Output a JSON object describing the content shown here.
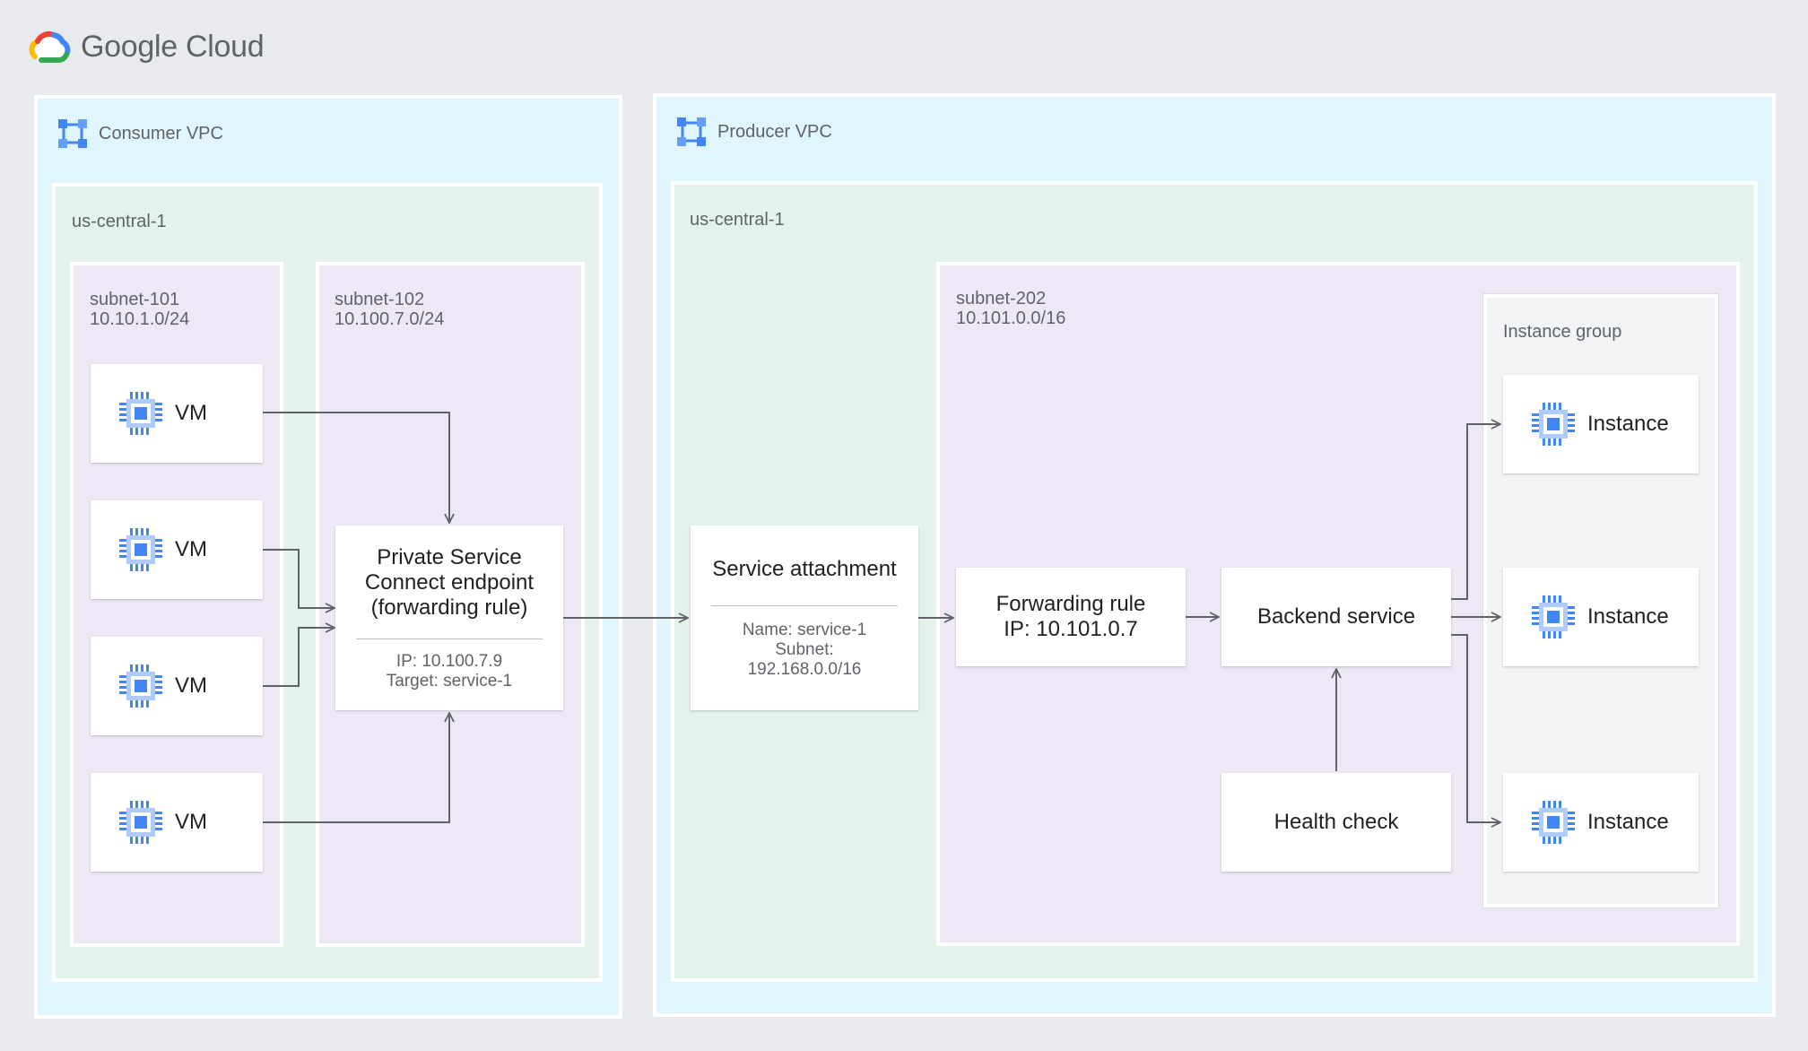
{
  "brand": {
    "name": "Google Cloud"
  },
  "colors": {
    "background": "#e8eaed",
    "vpc_fill": "#e1f5fe",
    "region_fill": "#e3f2ea",
    "subnet_fill": "#ede7f6",
    "card_fill": "#ffffff",
    "icon_blue": "#4285f4",
    "arrow": "#5f6368"
  },
  "consumer": {
    "vpc_label": "Consumer VPC",
    "region_label": "us-central-1",
    "subnet_a": {
      "name": "subnet-101",
      "cidr": "10.10.1.0/24"
    },
    "subnet_b": {
      "name": "subnet-102",
      "cidr": "10.100.7.0/24"
    },
    "vms": [
      "VM",
      "VM",
      "VM",
      "VM"
    ],
    "endpoint": {
      "title": [
        "Private Service",
        "Connect endpoint",
        "(forwarding rule)"
      ],
      "details": [
        "IP: 10.100.7.9",
        "Target: service-1"
      ]
    }
  },
  "producer": {
    "vpc_label": "Producer VPC",
    "region_label": "us-central-1",
    "service_attachment": {
      "title": "Service attachment",
      "details": [
        "Name: service-1",
        "Subnet:",
        "192.168.0.0/16"
      ]
    },
    "subnet": {
      "name": "subnet-202",
      "cidr": "10.101.0.0/16"
    },
    "forwarding_rule": [
      "Forwarding rule",
      "IP: 10.101.0.7"
    ],
    "backend_service": "Backend service",
    "health_check": "Health check",
    "instance_group": {
      "label": "Instance group",
      "instances": [
        "Instance",
        "Instance",
        "Instance"
      ]
    }
  },
  "icons": {
    "logo": "google-cloud-logo",
    "vpc": "vpc-network-icon",
    "compute": "compute-engine-chip-icon"
  }
}
